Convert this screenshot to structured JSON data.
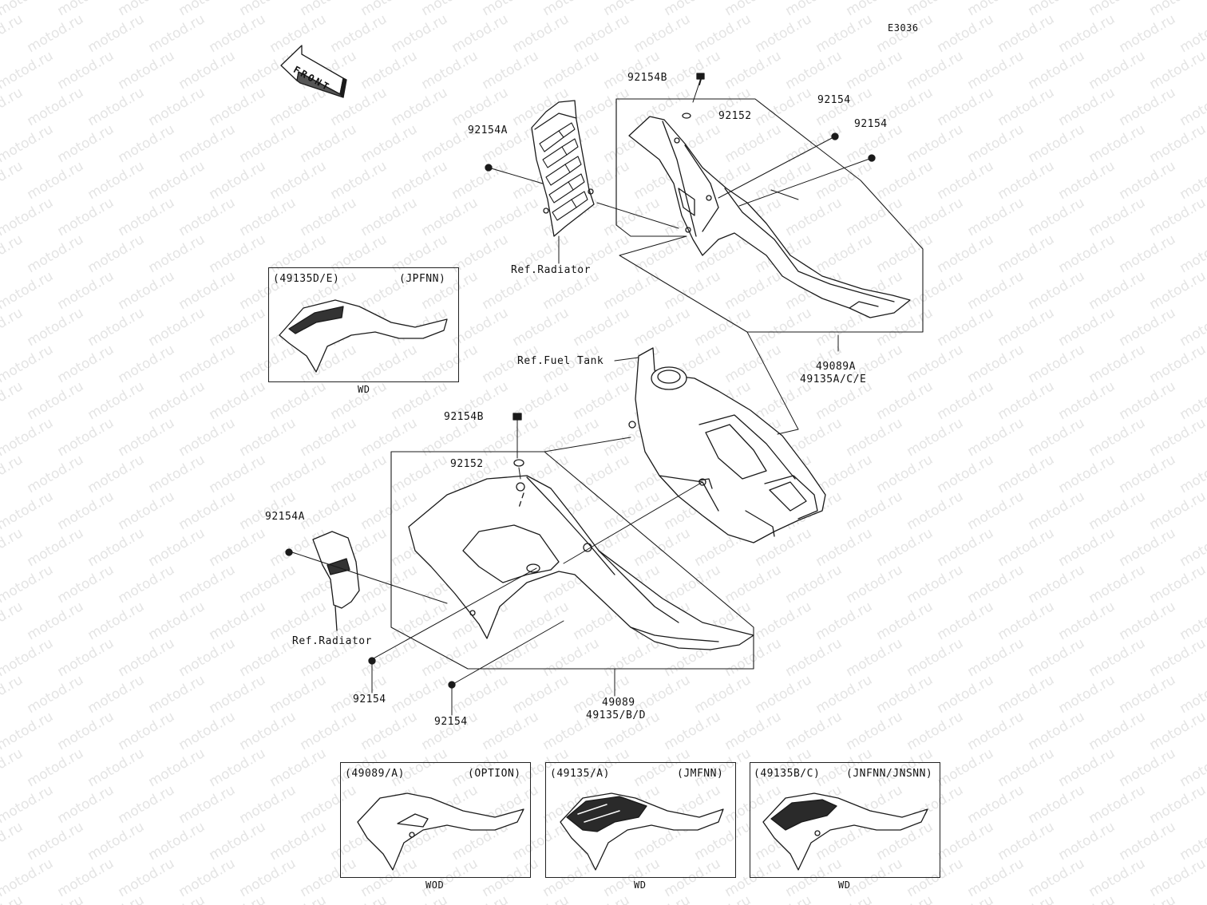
{
  "diagram_code": "E3036",
  "front_label": "FRONT",
  "watermark": "motod.ru",
  "parts": {
    "p92154B_top": "92154B",
    "p92152_top": "92152",
    "p92154_r1": "92154",
    "p92154_r2": "92154",
    "p92154A_top": "92154A",
    "ref_radiator_top": "Ref.Radiator",
    "ref_fuel_tank": "Ref.Fuel Tank",
    "right_assy_1": "49089A",
    "right_assy_2": "49135A/C/E",
    "p92154B_mid": "92154B",
    "p92152_mid": "92152",
    "p92154A_left": "92154A",
    "ref_radiator_bottom": "Ref.Radiator",
    "p92154_b1": "92154",
    "p92154_b2": "92154",
    "left_assy_1": "49089",
    "left_assy_2": "49135/B/D"
  },
  "insets": [
    {
      "code": "(49135D/E)",
      "variant": "(JPFNN)",
      "finish": "WD"
    },
    {
      "code": "(49089/A)",
      "variant": "(OPTION)",
      "finish": "WOD"
    },
    {
      "code": "(49135/A)",
      "variant": "(JMFNN)",
      "finish": "WD"
    },
    {
      "code": "(49135B/C)",
      "variant": "(JNFNN/JNSNN)",
      "finish": "WD"
    }
  ]
}
